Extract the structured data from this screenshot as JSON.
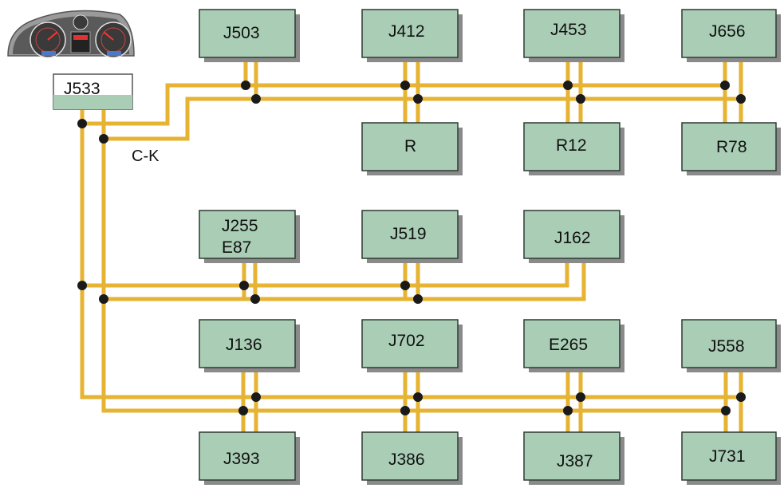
{
  "diagram": {
    "gateway_label": "J533",
    "bus_label": "C-K",
    "row1_top": [
      "J503",
      "J412",
      "J453",
      "J656"
    ],
    "row1_bottom": [
      "R",
      "R12",
      "R78"
    ],
    "row2": [
      "J255",
      "E87",
      "J519",
      "J162"
    ],
    "row3_top": [
      "J136",
      "J702",
      "E265",
      "J558"
    ],
    "row3_bottom": [
      "J393",
      "J386",
      "J387",
      "J731"
    ]
  },
  "colors": {
    "wire": "#e6b332",
    "module_fill": "#a9cdb5",
    "module_border": "#2f3a33",
    "node": "#1a1a1a"
  }
}
